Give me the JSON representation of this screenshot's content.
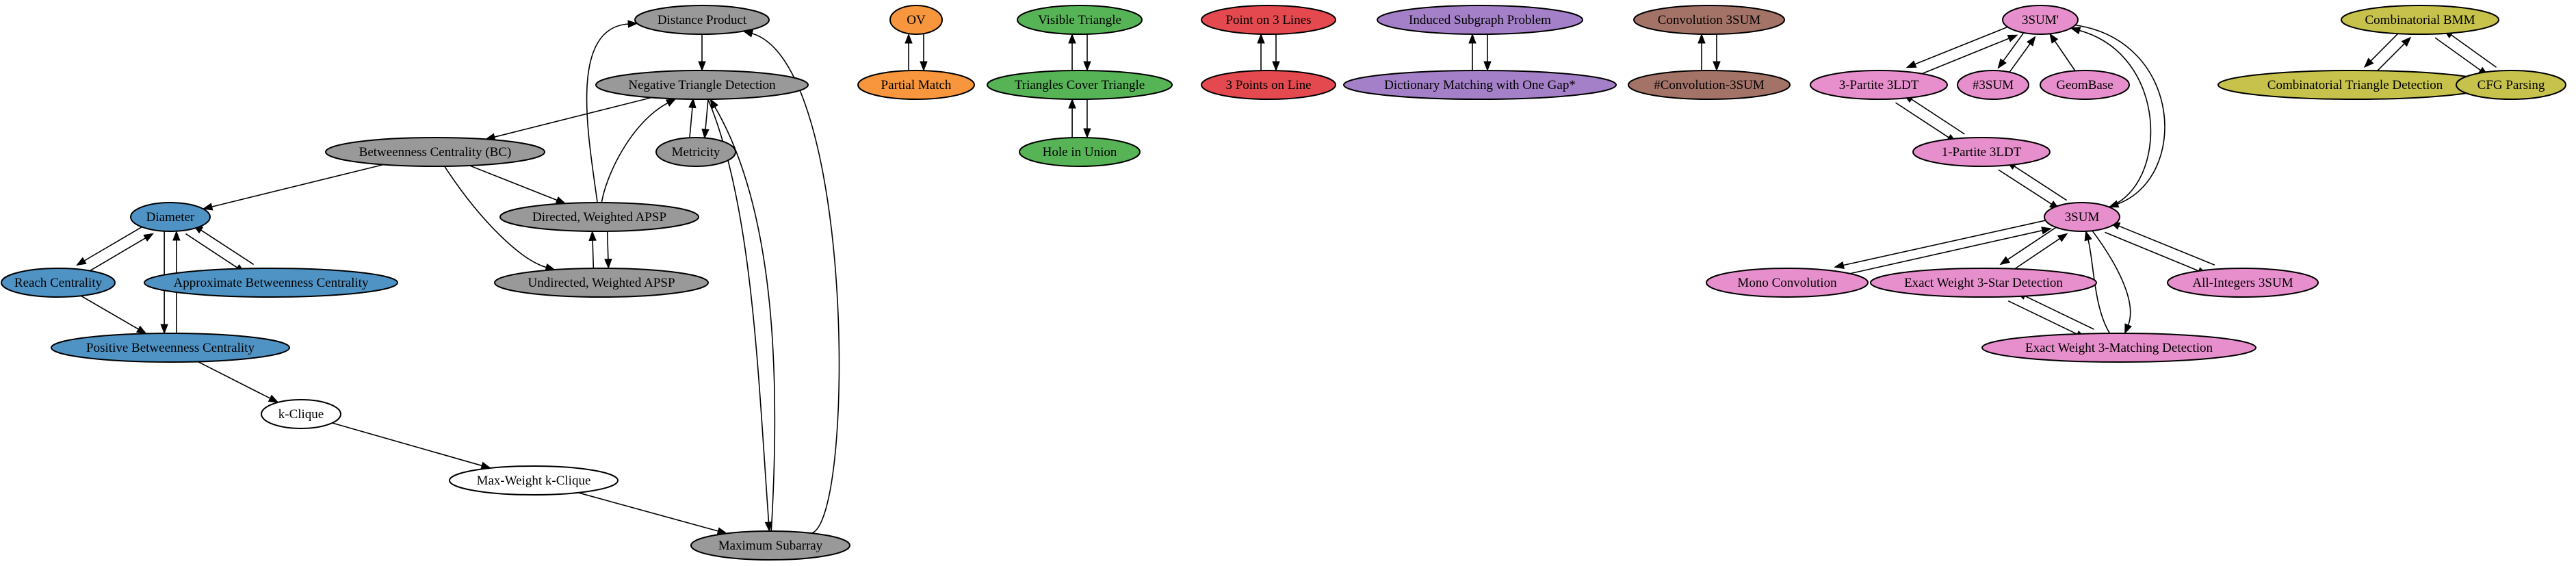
{
  "colors": {
    "gray": "#999999",
    "blue": "#4f93c5",
    "orange": "#f7963c",
    "green": "#56b456",
    "red": "#e3494e",
    "purple": "#a480c8",
    "brown": "#a47368",
    "pink": "#e78fcc",
    "olive": "#c6c24c",
    "white": "#ffffff"
  },
  "nodes": {
    "dp": "Distance Product",
    "ntd": "Negative Triangle Detection",
    "bc": "Betweenness Centrality (BC)",
    "met": "Metricity",
    "dwa": "Directed, Weighted APSP",
    "uwa": "Undirected, Weighted APSP",
    "dia": "Diameter",
    "rc": "Reach Centrality",
    "abc": "Approximate Betweenness Centrality",
    "pbc": "Positive Betweenness Centrality",
    "kc": "k-Clique",
    "mwk": "Max-Weight k-Clique",
    "ms": "Maximum Subarray",
    "ov": "OV",
    "pm": "Partial Match",
    "vt": "Visible Triangle",
    "tct": "Triangles Cover Triangle",
    "hu": "Hole in Union",
    "p3l": "Point on 3 Lines",
    "pol": "3 Points on Line",
    "isp": "Induced Subgraph Problem",
    "dmg": "Dictionary Matching with One Gap*",
    "c3s": "Convolution 3SUM",
    "hc3": "#Convolution-3SUM",
    "s3p": "3SUM'",
    "p3ldt": "3-Partite 3LDT",
    "h3s": "#3SUM",
    "gb": "GeomBase",
    "p1ldt": "1-Partite 3LDT",
    "s3": "3SUM",
    "mc": "Mono Convolution",
    "ew3s": "Exact Weight 3-Star Detection",
    "ai3": "All-Integers 3SUM",
    "ew3m": "Exact Weight 3-Matching Detection",
    "cbmm": "Combinatorial BMM",
    "ctd": "Combinatorial Triangle Detection",
    "cfg": "CFG Parsing"
  }
}
